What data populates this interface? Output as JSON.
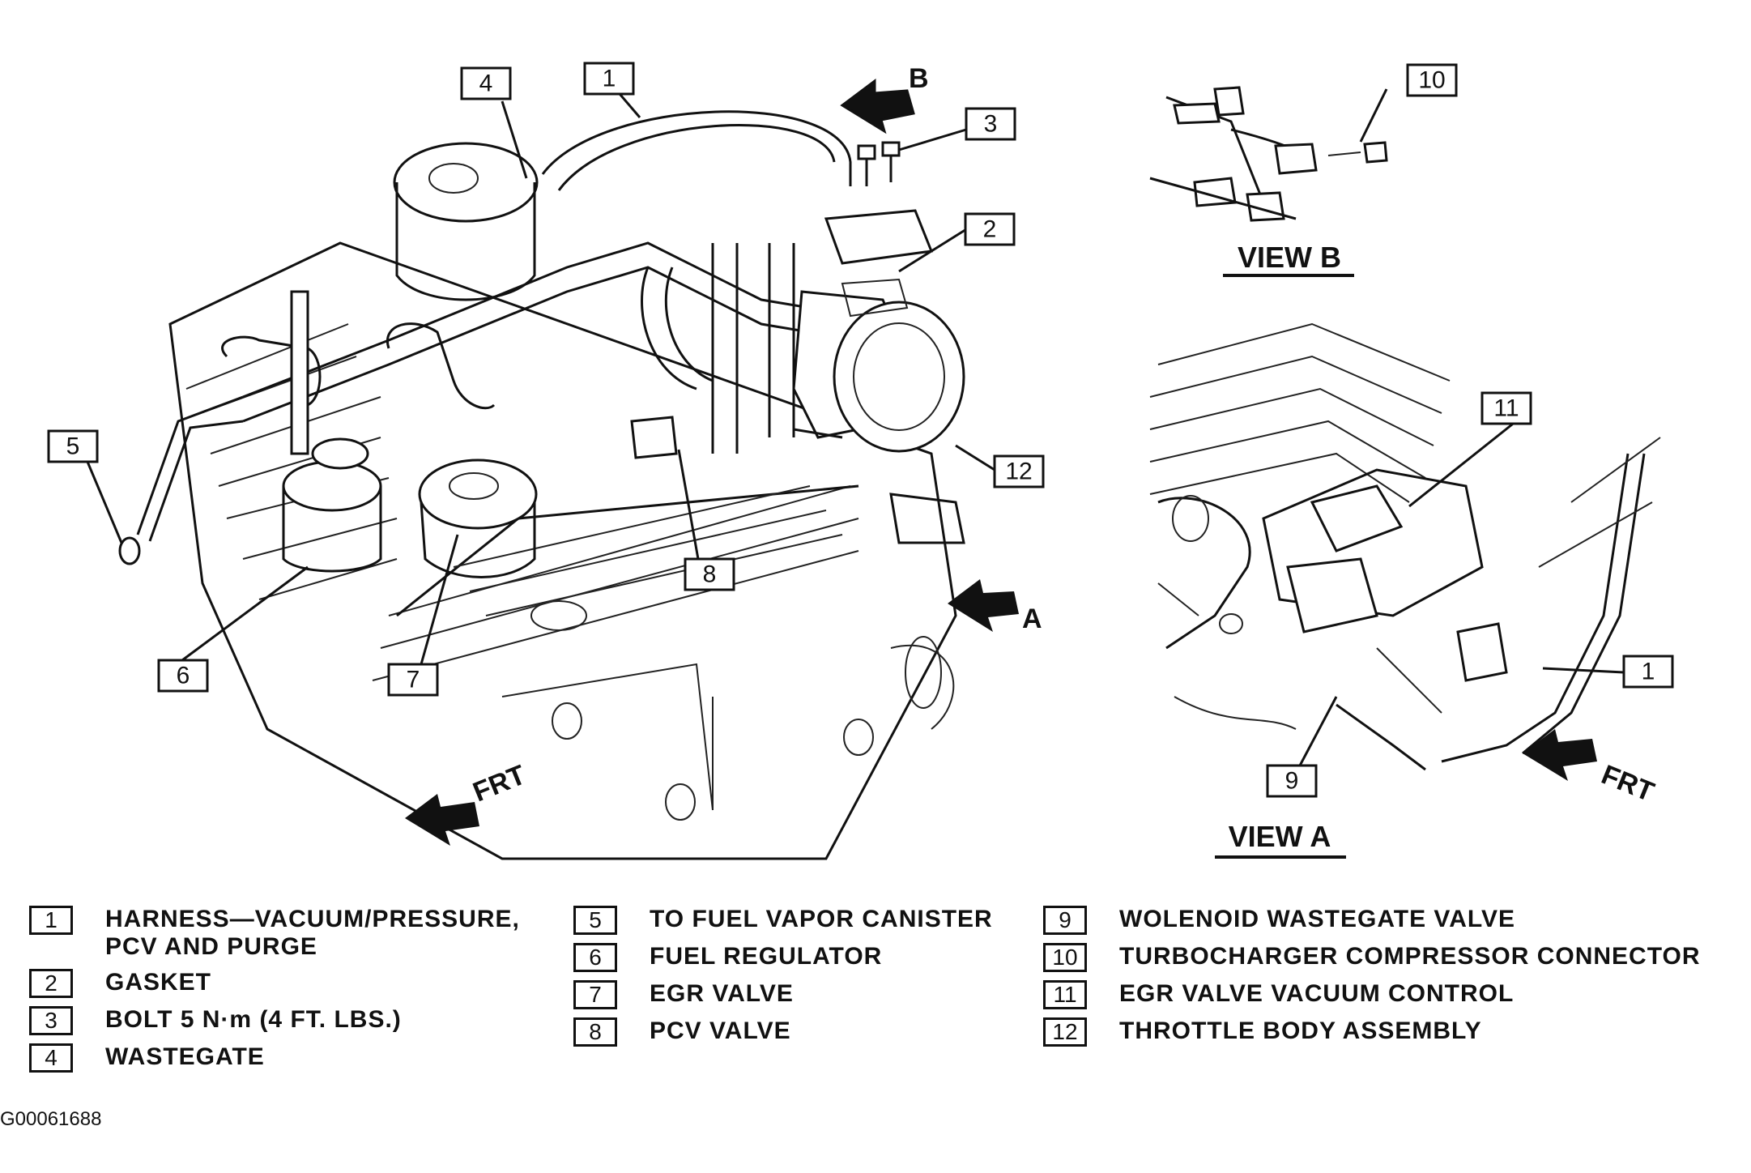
{
  "callouts": [
    {
      "num": "1"
    },
    {
      "num": "2"
    },
    {
      "num": "3"
    },
    {
      "num": "4"
    },
    {
      "num": "5"
    },
    {
      "num": "6"
    },
    {
      "num": "7"
    },
    {
      "num": "8"
    },
    {
      "num": "9"
    },
    {
      "num": "10"
    },
    {
      "num": "11"
    },
    {
      "num": "12"
    },
    {
      "num": "1"
    }
  ],
  "view_labels": {
    "view_a": "VIEW A",
    "view_b": "VIEW B"
  },
  "arrows": {
    "b": "B",
    "a": "A",
    "frt_main": "FRT",
    "frt_view_a": "FRT"
  },
  "legend": {
    "col1": [
      {
        "num": "1",
        "text": "HARNESS—VACUUM/PRESSURE,\nPCV AND PURGE"
      },
      {
        "num": "2",
        "text": "GASKET"
      },
      {
        "num": "3",
        "text": "BOLT 5 N·m (4 FT. LBS.)"
      },
      {
        "num": "4",
        "text": "WASTEGATE"
      }
    ],
    "col2": [
      {
        "num": "5",
        "text": "TO FUEL VAPOR CANISTER"
      },
      {
        "num": "6",
        "text": "FUEL REGULATOR"
      },
      {
        "num": "7",
        "text": "EGR VALVE"
      },
      {
        "num": "8",
        "text": "PCV VALVE"
      }
    ],
    "col3": [
      {
        "num": "9",
        "text": "WOLENOID WASTEGATE VALVE"
      },
      {
        "num": "10",
        "text": "TURBOCHARGER COMPRESSOR CONNECTOR"
      },
      {
        "num": "11",
        "text": "EGR VALVE VACUUM CONTROL"
      },
      {
        "num": "12",
        "text": "THROTTLE BODY ASSEMBLY"
      }
    ]
  },
  "figure_id": "G00061688"
}
